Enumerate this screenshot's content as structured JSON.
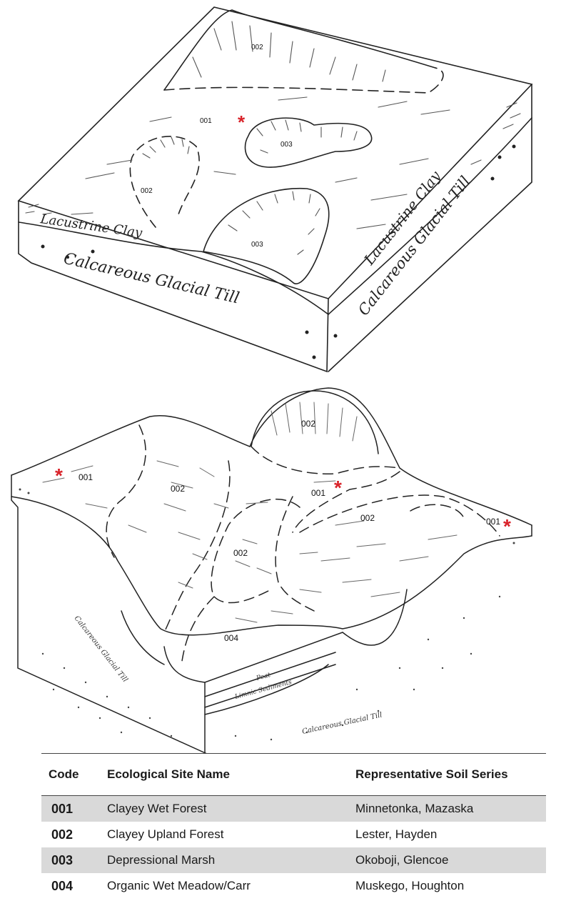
{
  "diagram_top": {
    "strata": {
      "front_upper": "Lacustrine Clay",
      "front_lower": "Calcareous Glacial Till",
      "side_upper": "Lacustrine Clay",
      "side_lower": "Calcareous Glacial Till"
    },
    "site_labels": {
      "hill": "002",
      "center": "001",
      "lobe_upper": "003",
      "lobe_left": "002",
      "lobe_lower": "003"
    },
    "marker": "*"
  },
  "diagram_bottom": {
    "strata": {
      "side_left": "Calcareous Glacial Till",
      "peat": "Peat",
      "limnic": "Limnic Sediments",
      "front": "Calcareous Glacial Till"
    },
    "site_labels": {
      "left": "001",
      "left_slope": "002",
      "mound": "002",
      "center": "001",
      "right": "002",
      "right_edge": "001",
      "channel": "002",
      "basin": "004"
    },
    "marker": "*",
    "marker_color": "#d9232a"
  },
  "legend": {
    "headers": {
      "code": "Code",
      "name": "Ecological Site Name",
      "soils": "Representative Soil Series"
    },
    "rows": [
      {
        "code": "001",
        "name": "Clayey Wet Forest",
        "soils": "Minnetonka, Mazaska"
      },
      {
        "code": "002",
        "name": "Clayey Upland Forest",
        "soils": "Lester, Hayden"
      },
      {
        "code": "003",
        "name": "Depressional Marsh",
        "soils": "Okoboji, Glencoe"
      },
      {
        "code": "004",
        "name": "Organic Wet Meadow/Carr",
        "soils": "Muskego, Houghton"
      }
    ],
    "shade_color": "#d9d9d9"
  }
}
